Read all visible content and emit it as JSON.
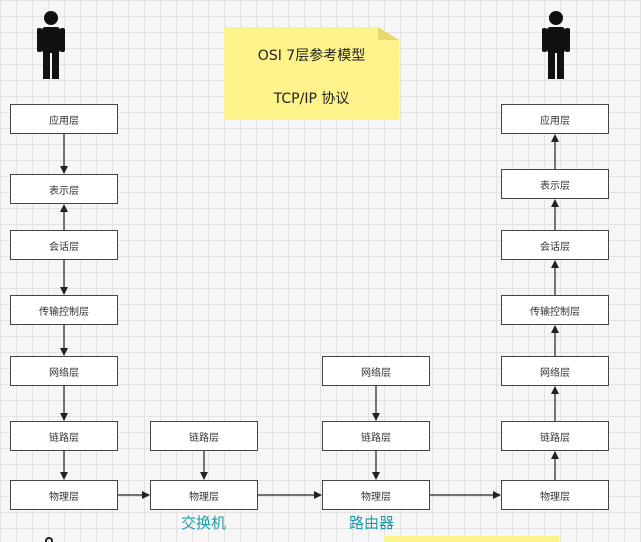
{
  "title_note": {
    "line1": "OSI  7层参考模型",
    "line2": "TCP/IP  协议"
  },
  "left_host": [
    "应用层",
    "表示层",
    "会话层",
    "传输控制层",
    "网络层",
    "链路层",
    "物理层"
  ],
  "switch_stack": [
    "链路层",
    "物理层"
  ],
  "router_stack": [
    "网络层",
    "链路层",
    "物理层"
  ],
  "right_host": [
    "应用层",
    "表示层",
    "会话层",
    "传输控制层",
    "网络层",
    "链路层",
    "物理层"
  ],
  "captions": {
    "switch": "交换机",
    "router": "路由器"
  },
  "colors": {
    "caption": "#1f9aa8",
    "note": "#fdf38a",
    "person": "#111111"
  },
  "icons": {
    "left_person": "person-icon",
    "right_person": "person-icon"
  }
}
